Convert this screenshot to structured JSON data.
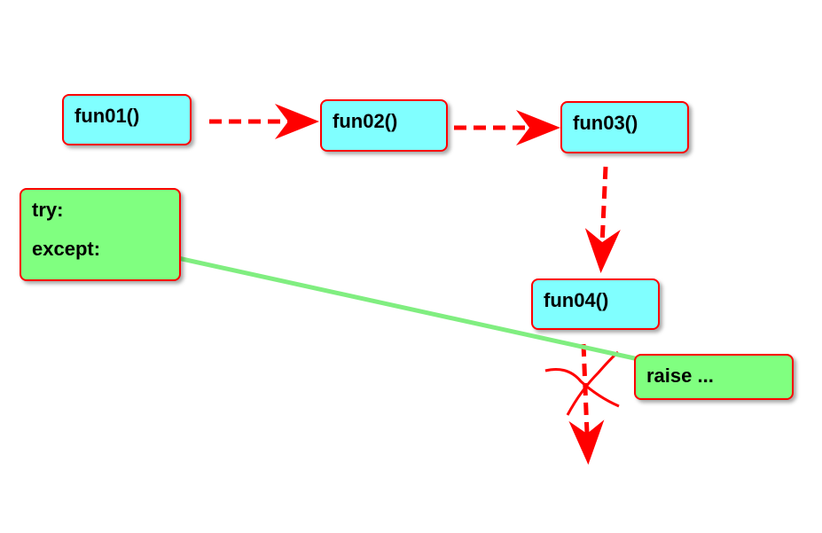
{
  "nodes": {
    "fun01": "fun01()",
    "fun02": "fun02()",
    "fun03": "fun03()",
    "fun04": "fun04()",
    "try": "try:",
    "except": "except:",
    "raise": "raise ..."
  },
  "colors": {
    "function_box": "#80ffff",
    "handler_box": "#80ff80",
    "border": "#ff0000",
    "flow_arrow": "#ff0000",
    "exception_arrow": "#80ee80"
  }
}
